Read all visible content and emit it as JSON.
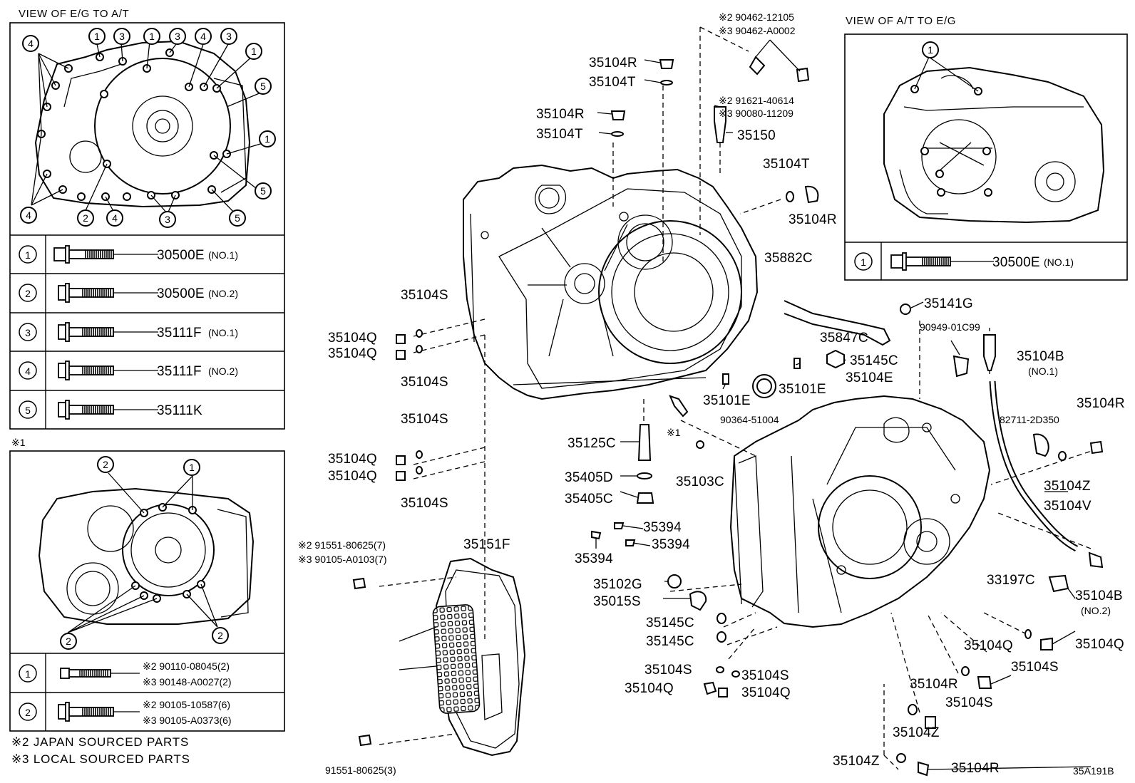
{
  "views": {
    "eg_to_at": "VIEW OF E/G TO A/T",
    "at_to_eg": "VIEW OF A/T TO E/G",
    "note_1": "※1"
  },
  "bolt_table_main": [
    {
      "num": "1",
      "part": "30500E",
      "sub": "(NO.1)"
    },
    {
      "num": "2",
      "part": "30500E",
      "sub": "(NO.2)"
    },
    {
      "num": "3",
      "part": "35111F",
      "sub": "(NO.1)"
    },
    {
      "num": "4",
      "part": "35111F",
      "sub": "(NO.2)"
    },
    {
      "num": "5",
      "part": "35111K",
      "sub": ""
    }
  ],
  "bolt_table_right": [
    {
      "num": "1",
      "part": "30500E",
      "sub": "(NO.1)"
    }
  ],
  "bolt_table_note1": [
    {
      "num": "1",
      "line1": "※2 90110-08045(2)",
      "line2": "※3 90148-A0027(2)"
    },
    {
      "num": "2",
      "line1": "※2 90105-10587(6)",
      "line2": "※3 90105-A0373(6)"
    }
  ],
  "bubbles_eg_to_at": [
    "4",
    "1",
    "3",
    "1",
    "3",
    "4",
    "3",
    "1",
    "5",
    "1",
    "5",
    "5",
    "4",
    "2",
    "4",
    "3"
  ],
  "bubbles_note1": [
    "2",
    "1",
    "2",
    "2"
  ],
  "bubbles_at_to_eg": [
    "1"
  ],
  "legend": {
    "japan": "※2 JAPAN SOURCED PARTS",
    "local": "※3 LOCAL SOURCED PARTS"
  },
  "figure_code": "35A191B",
  "callouts": {
    "c01": "※2 90462-12105",
    "c02": "※3 90462-A0002",
    "c03": "35104R",
    "c04": "35104T",
    "c05": "35104R",
    "c06": "35104T",
    "c07": "※2 91621-40614",
    "c08": "※3 90080-11209",
    "c09": "35150",
    "c10": "35104T",
    "c11": "35104R",
    "c12": "35882C",
    "c13": "35141G",
    "c14": "90949-01C99",
    "c15": "35104S",
    "c16": "35104Q",
    "c17": "35104Q",
    "c18": "35104S",
    "c19": "35847C",
    "c20": "35145C",
    "c21": "35104B",
    "c22": "(NO.1)",
    "c23": "35104E",
    "c24": "35101E",
    "c25": "35101E",
    "c26": "90364-51004",
    "c27": "35104R",
    "c28": "82711-2D350",
    "c29": "35104S",
    "c30": "35104Q",
    "c31": "35104Q",
    "c32": "35104S",
    "c33": "35125C",
    "c34": "※1",
    "c35": "35103C",
    "c36": "35104Z",
    "c37": "35104V",
    "c38": "35405D",
    "c39": "35405C",
    "c40": "35394",
    "c41": "35394",
    "c42": "35394",
    "c43": "※2 91551-80625(7)",
    "c44": "※3 90105-A0103(7)",
    "c45": "35151F",
    "c46": "35102G",
    "c47": "35015S",
    "c48": "33197C",
    "c49": "35104B",
    "c50": "(NO.2)",
    "c51": "35145C",
    "c52": "35145C",
    "c53": "35104Q",
    "c54": "35104Q",
    "c55": "35104S",
    "c56": "35104S",
    "c57": "35104S",
    "c58": "35104Q",
    "c59": "35104Q",
    "c60": "35104R",
    "c61": "35104S",
    "c62": "35104Z",
    "c63": "35104Z",
    "c64": "35104R",
    "c65": "91551-80625(3)"
  }
}
